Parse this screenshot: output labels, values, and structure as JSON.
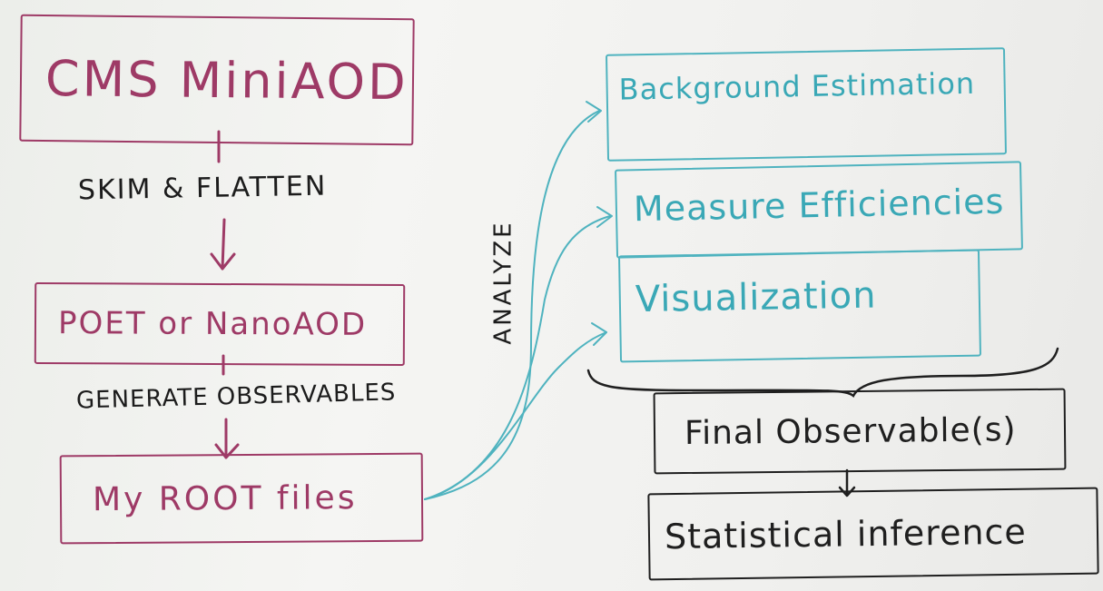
{
  "boxes": {
    "cms": "CMS MiniAOD",
    "poet": "POET or NanoAOD",
    "root": "My ROOT files",
    "background": "Background Estimation",
    "efficiencies": "Measure Efficiencies",
    "visualization": "Visualization",
    "final": "Final Observable(s)",
    "statistical": "Statistical inference"
  },
  "labels": {
    "skim": "SKIM & FLATTEN",
    "generate": "GENERATE OBSERVABLES",
    "analyze": "ANALYZE"
  },
  "colors": {
    "magenta": "#9e3a66",
    "cyan": "#4fb3bf",
    "black": "#1f1f1f",
    "board": "#f2f2f0"
  }
}
